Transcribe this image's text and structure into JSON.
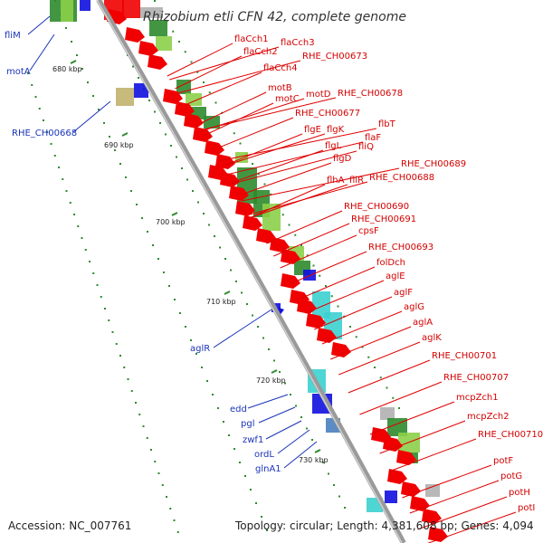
{
  "title": "Rhizobium etli CFN 42, complete genome",
  "footer": {
    "accession": "Accession: NC_007761",
    "stats": "Topology: circular; Length: 4,381,608 bp; Genes: 4,094"
  },
  "ticks": [
    "680 kbp",
    "690 kbp",
    "700 kbp",
    "710 kbp",
    "720 kbp",
    "730 kbp"
  ],
  "labels_right": [
    "flaCch1",
    "flaCch3",
    "flaCch2",
    "flaCch4",
    "RHE_CH00673",
    "motB",
    "motC",
    "motD",
    "RHE_CH00678",
    "RHE_CH00677",
    "flgE",
    "flgK",
    "flaF",
    "flbT",
    "flgL",
    "fliQ",
    "flgD",
    "RHE_CH00689",
    "flhA",
    "fliR",
    "RHE_CH00688",
    "RHE_CH00690",
    "RHE_CH00691",
    "cpsF",
    "RHE_CH00693",
    "folDch",
    "aglE",
    "aglF",
    "aglG",
    "aglA",
    "aglK",
    "RHE_CH00701",
    "RHE_CH00707",
    "mcpZch1",
    "mcpZch2",
    "RHE_CH00710",
    "potF",
    "potG",
    "potH",
    "potI"
  ],
  "labels_left": [
    "fliM",
    "motA",
    "RHE_CH00668",
    "aglR",
    "edd",
    "pgl",
    "zwf1",
    "ordL",
    "glnA1"
  ],
  "colors": {
    "forward_cds": "#f00000",
    "reverse_cds": "#1010e0",
    "backbone": "#9a9a9a",
    "label_red": "#d40000",
    "label_blue": "#1a33b8"
  }
}
